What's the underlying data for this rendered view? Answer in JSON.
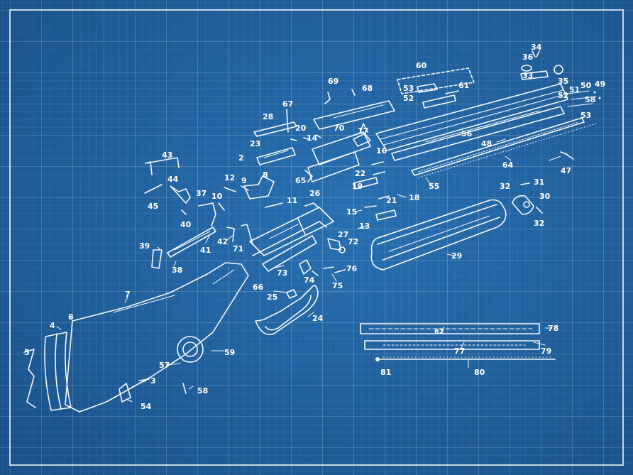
{
  "colors": {
    "background": "#2166a6",
    "grid_major": "rgba(255,255,255,0.18)",
    "grid_minor": "rgba(255,255,255,0.07)",
    "linework": "#f4f8ff"
  },
  "callouts": {
    "c69": "69",
    "c68": "68",
    "c60": "60",
    "c53a": "53",
    "c52a": "52",
    "c61": "61",
    "c36": "36",
    "c34": "34",
    "c33": "33",
    "c35": "35",
    "c51": "51",
    "c50": "50",
    "c49": "49",
    "c52b": "52",
    "c58": "58",
    "c53b": "53",
    "c67": "67",
    "c28": "28",
    "c20": "20",
    "c70": "70",
    "c17": "17",
    "c23": "23",
    "c14": "14",
    "c56": "56",
    "c16": "16",
    "c48": "48",
    "c43": "43",
    "c2": "2",
    "c22": "22",
    "c64a": "64",
    "c47": "47",
    "c12": "12",
    "c9": "9",
    "c8": "8",
    "c65": "65",
    "c19": "19",
    "c55": "55",
    "c44": "44",
    "c21": "21",
    "c18": "18",
    "c32a": "32",
    "c31": "31",
    "c30": "30",
    "c45": "45",
    "c37": "37",
    "c10": "10",
    "c11": "11",
    "c26": "26",
    "c32b": "32",
    "c40": "40",
    "c15": "15",
    "c13": "13",
    "c42": "42",
    "c41": "41",
    "c71": "71",
    "c27": "27",
    "c72": "72",
    "c29": "29",
    "c39": "39",
    "c38": "38",
    "c73": "73",
    "c74": "74",
    "c76": "76",
    "c66": "66",
    "c75": "75",
    "c7": "7",
    "c25": "25",
    "c24": "24",
    "c6": "6",
    "c4": "4",
    "c5": "5",
    "c59": "59",
    "c57": "57",
    "c3": "3",
    "c58b": "58",
    "c54": "54",
    "c62": "62",
    "c78": "78",
    "c77": "77",
    "c79": "79",
    "c81": "81",
    "c80": "80"
  }
}
